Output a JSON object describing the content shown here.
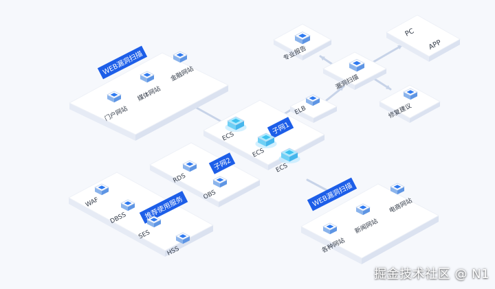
{
  "colors": {
    "platform_top": "#ffffff",
    "platform_left": "#e6ebf5",
    "platform_right": "#dbe2f0",
    "banner": "#1d5ee8",
    "icon": "#2f7af0",
    "line": "#c7d3e8",
    "text": "#333b48"
  },
  "groups": {
    "web_scan_top": {
      "banner": "WEB漏洞扫描",
      "items": [
        "金融网站",
        "媒体网站",
        "门户网站"
      ]
    },
    "web_scan_bottom": {
      "banner": "WEB漏洞扫描",
      "items": [
        "电商网站",
        "新闻网站",
        "各种网站"
      ]
    },
    "subnet1": {
      "banner": "子网1",
      "items": [
        "ECS",
        "ECS",
        "ECS"
      ]
    },
    "subnet2": {
      "banner": "子网2",
      "items": [
        "RDS",
        "OBS"
      ]
    },
    "recommended": {
      "banner": "推荐使用服务",
      "items": [
        "WAF",
        "DBSS",
        "SES",
        "HSS"
      ]
    },
    "clients": {
      "items": [
        "PC",
        "APP"
      ]
    },
    "center": {
      "elb": "ELB",
      "scanner": "漏洞扫描",
      "report": "专业报告",
      "advice": "修复建议"
    }
  },
  "watermark": "掘金技术社区 @ N1"
}
